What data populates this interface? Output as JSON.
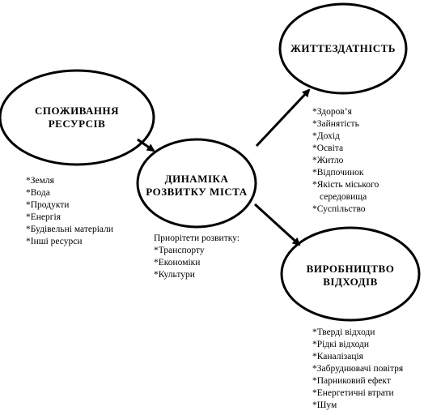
{
  "nodes": {
    "resources": {
      "title_line1": "СПОЖИВАННЯ",
      "title_line2": "РЕСУРСІВ",
      "items": [
        "*Земля",
        "*Вода",
        "*Продукти",
        "*Енергія",
        "*Будівельні матеріали",
        "*Інші ресурси"
      ]
    },
    "dynamics": {
      "title_line1": "ДИНАМІКА",
      "title_line2": "РОЗВИТКУ МІСТА",
      "priorities_title": "Приорітети розвитку:",
      "priorities": [
        "*Транспорту",
        "*Економіки",
        "*Культури"
      ]
    },
    "viability": {
      "title": "ЖИТТЕЗДАТНІСТЬ",
      "items": [
        "*Здоров’я",
        "*Зайнятість",
        "*Дохід",
        "*Освіта",
        "*Житло",
        "*Відпочинок",
        "*Якість міського",
        "середовища",
        "*Суспільство"
      ]
    },
    "waste": {
      "title_line1": "ВИРОБНИЦТВО",
      "title_line2": "ВІДХОДІВ",
      "items": [
        "*Тверді відходи",
        "*Рідкі відходи",
        "*Каналізація",
        "*Забруднювачі повітря",
        "*Парниковий ефект",
        "*Енергетичні втрати",
        "*Шум"
      ]
    }
  }
}
